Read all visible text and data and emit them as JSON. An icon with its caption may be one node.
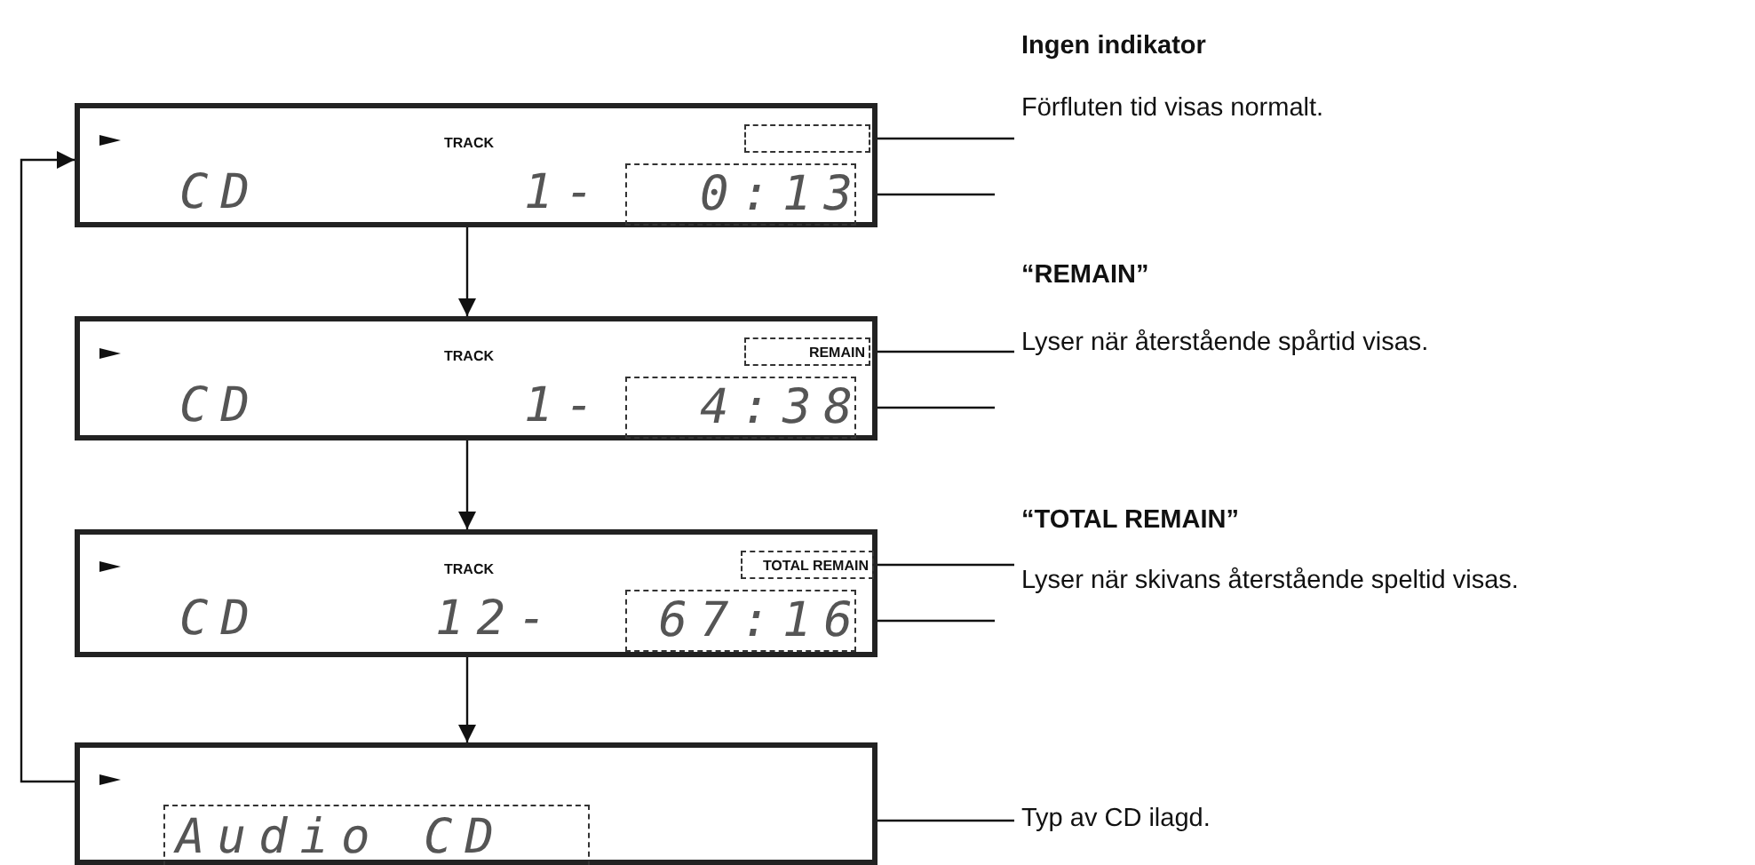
{
  "diagram": {
    "nodes": [
      {
        "text": [
          "TRACK",
          "CD",
          "1-"
        ]
      },
      {
        "text": [],
        "shape": "box",
        "in": 0
      },
      {
        "text": [
          "0:13"
        ],
        "in": 0
      },
      {
        "text": [
          "Ingen indikator",
          "Förfluten tid visas normalt."
        ]
      },
      {
        "text": [
          "TRACK",
          "CD",
          "1-"
        ]
      },
      {
        "text": [
          "REMAIN"
        ],
        "in": 4
      },
      {
        "text": [
          "4:38"
        ],
        "in": 4
      },
      {
        "text": [
          "“REMAIN”",
          "Lyser när återstående spårtid visas."
        ]
      },
      {
        "text": [
          "TRACK",
          "CD",
          "12-"
        ]
      },
      {
        "text": [
          "TOTAL REMAIN"
        ],
        "in": 8
      },
      {
        "text": [
          "67:16"
        ],
        "in": 8
      },
      {
        "text": [
          "“TOTAL REMAIN”",
          "Lyser när skivans återstående speltid visas."
        ]
      },
      {
        "text": [],
        "shape": "box"
      },
      {
        "text": [
          "Audio CD"
        ],
        "in": 12
      },
      {
        "text": [
          "Typ av CD ilagd."
        ]
      }
    ],
    "edges": [
      {
        "from": 0,
        "to": 4,
        "arrow": "to"
      },
      {
        "from": 4,
        "to": 8,
        "arrow": "to"
      },
      {
        "from": 8,
        "to": 12,
        "arrow": "to"
      },
      {
        "from": 12,
        "to": 0,
        "arrow": "to"
      },
      {
        "from": 1,
        "to": 3,
        "arrow": "none"
      },
      {
        "from": 2,
        "to": null,
        "arrow": "none"
      },
      {
        "from": 5,
        "to": 7,
        "arrow": "none"
      },
      {
        "from": 6,
        "to": null,
        "arrow": "none"
      },
      {
        "from": 9,
        "to": 11,
        "arrow": "none"
      },
      {
        "from": 10,
        "to": null,
        "arrow": "none"
      },
      {
        "from": 13,
        "to": 14,
        "arrow": "none"
      }
    ]
  }
}
